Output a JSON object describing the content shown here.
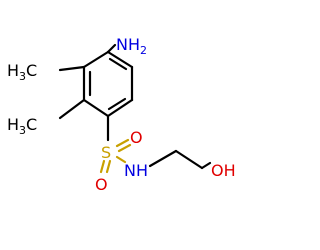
{
  "molecule": {
    "colors": {
      "carbon": "#000000",
      "nitrogen": "#0000e0",
      "oxygen": "#e00000",
      "sulfur": "#c8a000"
    },
    "labels": {
      "amine_main": "NH",
      "amine_sub": "2",
      "methyl_top_main": "H",
      "methyl_top_sub": "3",
      "methyl_top_tail": "C",
      "methyl_bottom_main": "H",
      "methyl_bottom_sub": "3",
      "methyl_bottom_tail": "C",
      "sulfur": "S",
      "oxygen_right": "O",
      "oxygen_bottom": "O",
      "sulfonamide_nh": "NH",
      "hydroxyl": "OH"
    }
  }
}
